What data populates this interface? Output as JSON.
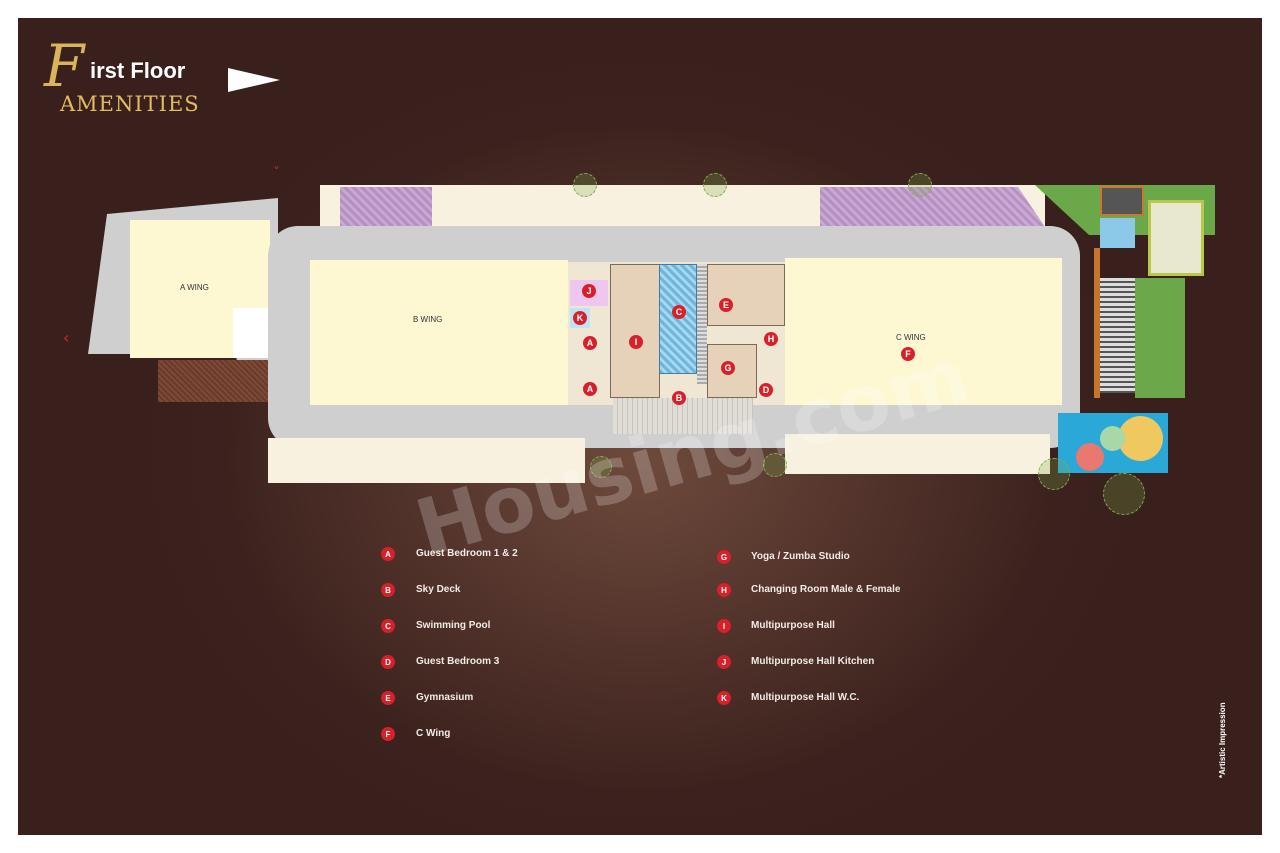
{
  "header": {
    "title_initial": "F",
    "title_rest": "irst Floor",
    "subtitle": "AMENITIES",
    "north_arrow_icon": "north-arrow-icon"
  },
  "plan": {
    "wing_labels": {
      "a": "A WING",
      "b": "B WING",
      "c": "C WING"
    },
    "markers": [
      "A",
      "B",
      "C",
      "D",
      "E",
      "F",
      "G",
      "H",
      "I",
      "J",
      "K"
    ],
    "colors": {
      "background": "#3a201d",
      "marker": "#d7202a",
      "title_gold": "#d9b45a",
      "wing": "#fdf8d2",
      "road": "#cfcfcf",
      "pool": "#6fb6dd",
      "amenity": "#e6d2b8"
    }
  },
  "legend": {
    "left": [
      {
        "key": "A",
        "label": "Guest Bedroom 1 & 2"
      },
      {
        "key": "B",
        "label": "Sky Deck"
      },
      {
        "key": "C",
        "label": "Swimming Pool"
      },
      {
        "key": "D",
        "label": "Guest Bedroom 3"
      },
      {
        "key": "E",
        "label": "Gymnasium"
      },
      {
        "key": "F",
        "label": "C Wing"
      }
    ],
    "right": [
      {
        "key": "G",
        "label": "Yoga / Zumba Studio"
      },
      {
        "key": "H",
        "label": "Changing Room Male & Female"
      },
      {
        "key": "I",
        "label": "Multipurpose Hall"
      },
      {
        "key": "J",
        "label": "Multipurpose Hall Kitchen"
      },
      {
        "key": "K",
        "label": "Multipurpose Hall W.C."
      }
    ]
  },
  "watermark": "Housing.com",
  "footnote": "*Artistic Impression"
}
